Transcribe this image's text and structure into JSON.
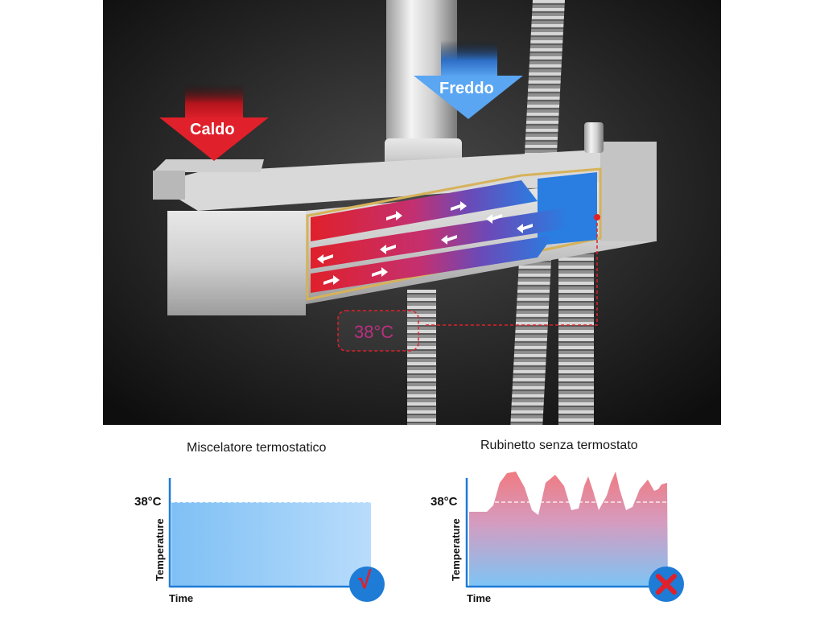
{
  "photo": {
    "arrow_hot_label": "Caldo",
    "arrow_cold_label": "Freddo",
    "temp_callout": "38°C",
    "colors": {
      "hot": "#e1202a",
      "cold": "#2a7de1",
      "background": "#1b1b1b"
    }
  },
  "charts": [
    {
      "title": "Miscelatore termostatico",
      "ylabel": "Temperature",
      "xlabel": "Time",
      "reference_label": "38°C",
      "status_icon": "check-icon"
    },
    {
      "title": "Rubinetto senza termostato",
      "ylabel": "Temperature",
      "xlabel": "Time",
      "reference_label": "38°C",
      "status_icon": "cross-icon"
    }
  ],
  "icons": {
    "check": "√"
  }
}
